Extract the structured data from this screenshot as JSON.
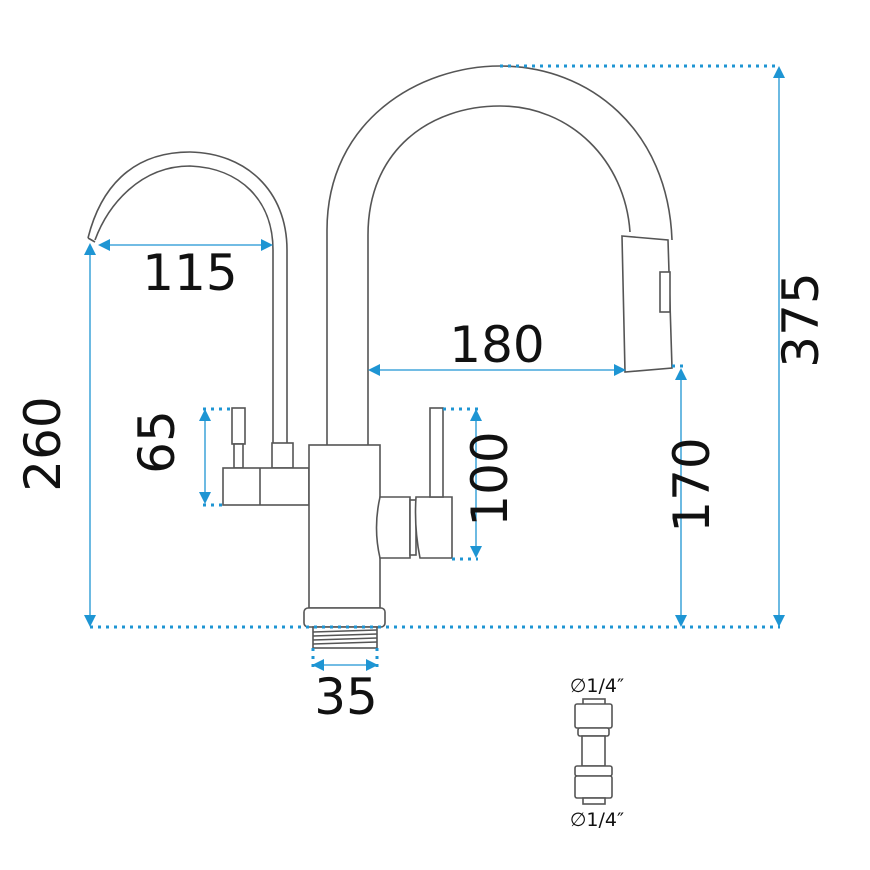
{
  "dimensions": {
    "total_height": "375",
    "filter_spout_height": "260",
    "filter_spout_reach": "115",
    "main_spout_reach": "180",
    "main_spout_outlet_height": "170",
    "filter_handle_height": "65",
    "main_handle_height": "100",
    "base_diameter": "35"
  },
  "fitting": {
    "top_label": "∅1/4″",
    "bottom_label": "∅1/4″"
  },
  "colors": {
    "dimension": "#1e95d3",
    "outline": "#555555"
  }
}
